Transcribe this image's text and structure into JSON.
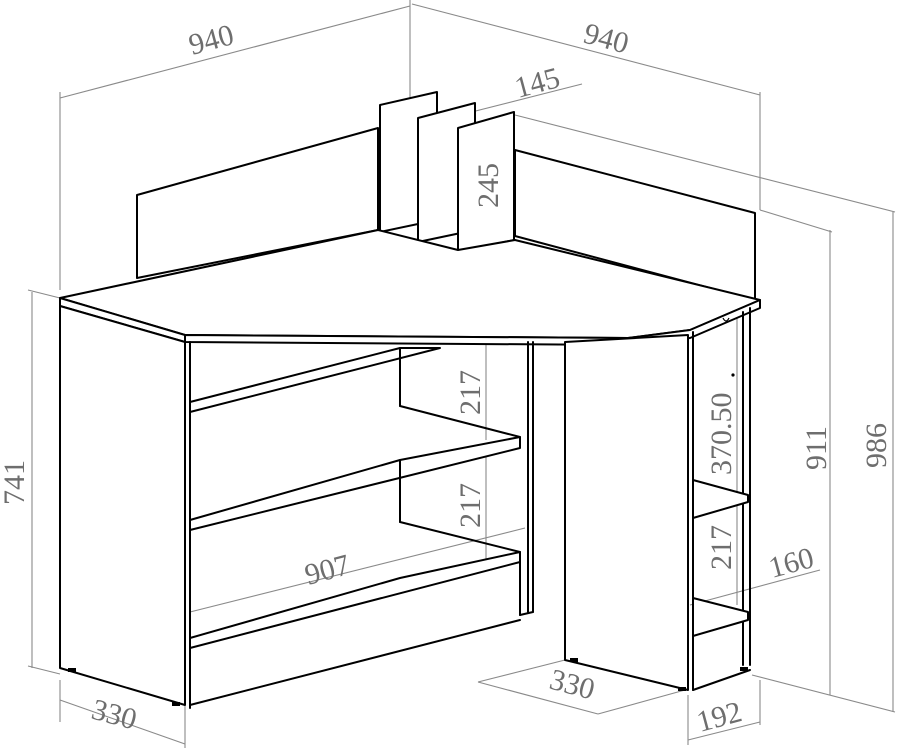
{
  "drawing": {
    "subject": "Corner desk with shelves",
    "line_color": "#000000",
    "dimension_color": "#6e6e6e",
    "background": "#ffffff",
    "units": "mm"
  },
  "dimensions": {
    "top_left_width": "940",
    "top_right_width": "940",
    "divider_depth": "145",
    "divider_height": "245",
    "left_height": "741",
    "shelf_spacing_upper": "217",
    "shelf_spacing_lower": "217",
    "shelf_span": "907",
    "right_inner_height": "370.50",
    "right_shelf_spacing": "217",
    "right_shelf_depth": "160",
    "desk_height": "911",
    "total_height": "986",
    "left_depth": "330",
    "right_depth": "330",
    "right_side_width": "192"
  }
}
